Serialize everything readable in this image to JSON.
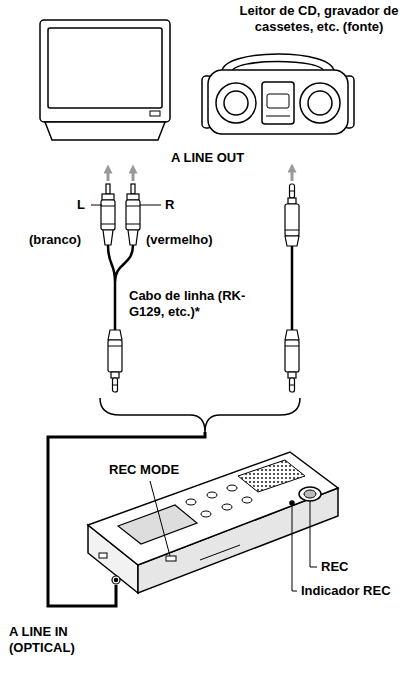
{
  "diagram": {
    "labels": [
      "Leitor de CD, gravador de cassetes, etc. (fonte)",
      "A LINE OUT",
      "L",
      "(branco)",
      "R",
      "(vermelho)",
      "Cabo de linha (RK-G129, etc.)*",
      "REC MODE",
      "REC",
      "Indicador REC",
      "A LINE IN (OPTICAL)"
    ]
  }
}
